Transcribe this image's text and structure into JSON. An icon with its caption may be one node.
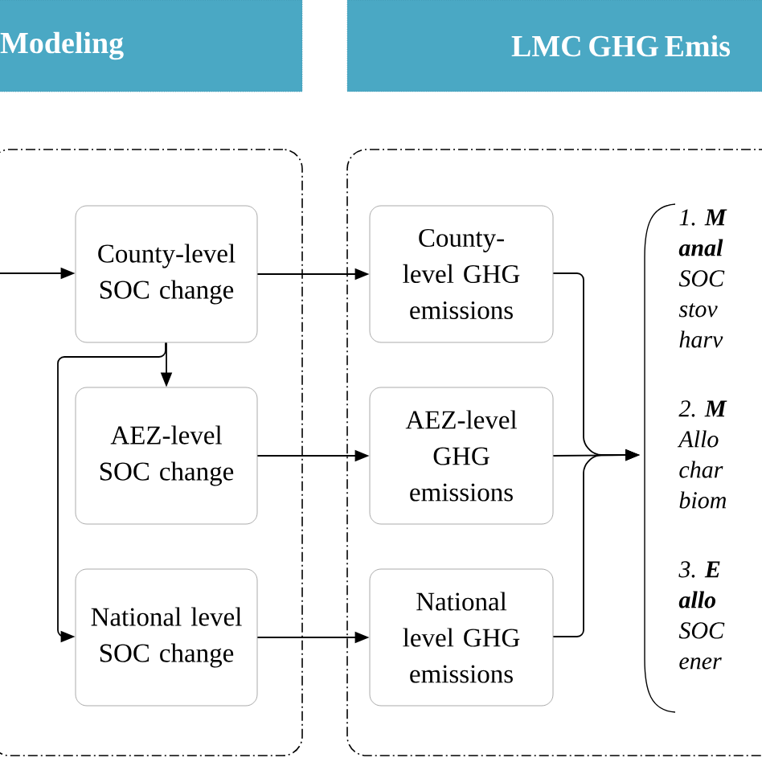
{
  "diagram": {
    "nodes": [
      {
        "text": [
          "Modeling"
        ]
      },
      {
        "text": [
          "LMC GHG Emis"
        ]
      },
      {
        "text": [],
        "shape": "box"
      },
      {
        "text": [
          "County-level SOC change"
        ],
        "in": 2
      },
      {
        "text": [
          "AEZ-level SOC change"
        ],
        "in": 2
      },
      {
        "text": [
          "National level SOC change"
        ],
        "in": 2
      },
      {
        "text": [],
        "shape": "box"
      },
      {
        "text": [
          "County-level GHG emissions"
        ],
        "in": 6
      },
      {
        "text": [
          "AEZ-level GHG emissions"
        ],
        "in": 6
      },
      {
        "text": [
          "National level GHG emissions"
        ],
        "in": 6
      },
      {
        "text": [
          "1. **M anal**",
          "SOC stov harv",
          "2. **M**",
          "Allo char biom",
          "3. **E allo**",
          "SOC ener"
        ],
        "in": 6
      }
    ],
    "edges": [
      {
        "from": null,
        "to": 3,
        "arrow": "to"
      },
      {
        "from": 3,
        "to": 4,
        "arrow": "to"
      },
      {
        "from": 3,
        "to": 5,
        "arrow": "to"
      },
      {
        "from": 3,
        "to": 7,
        "arrow": "to"
      },
      {
        "from": 4,
        "to": 8,
        "arrow": "to"
      },
      {
        "from": 5,
        "to": 9,
        "arrow": "to"
      },
      {
        "from": 7,
        "to": 10,
        "arrow": "to"
      },
      {
        "from": 8,
        "to": 10,
        "arrow": "to"
      },
      {
        "from": 9,
        "to": 10,
        "arrow": "to"
      }
    ]
  }
}
